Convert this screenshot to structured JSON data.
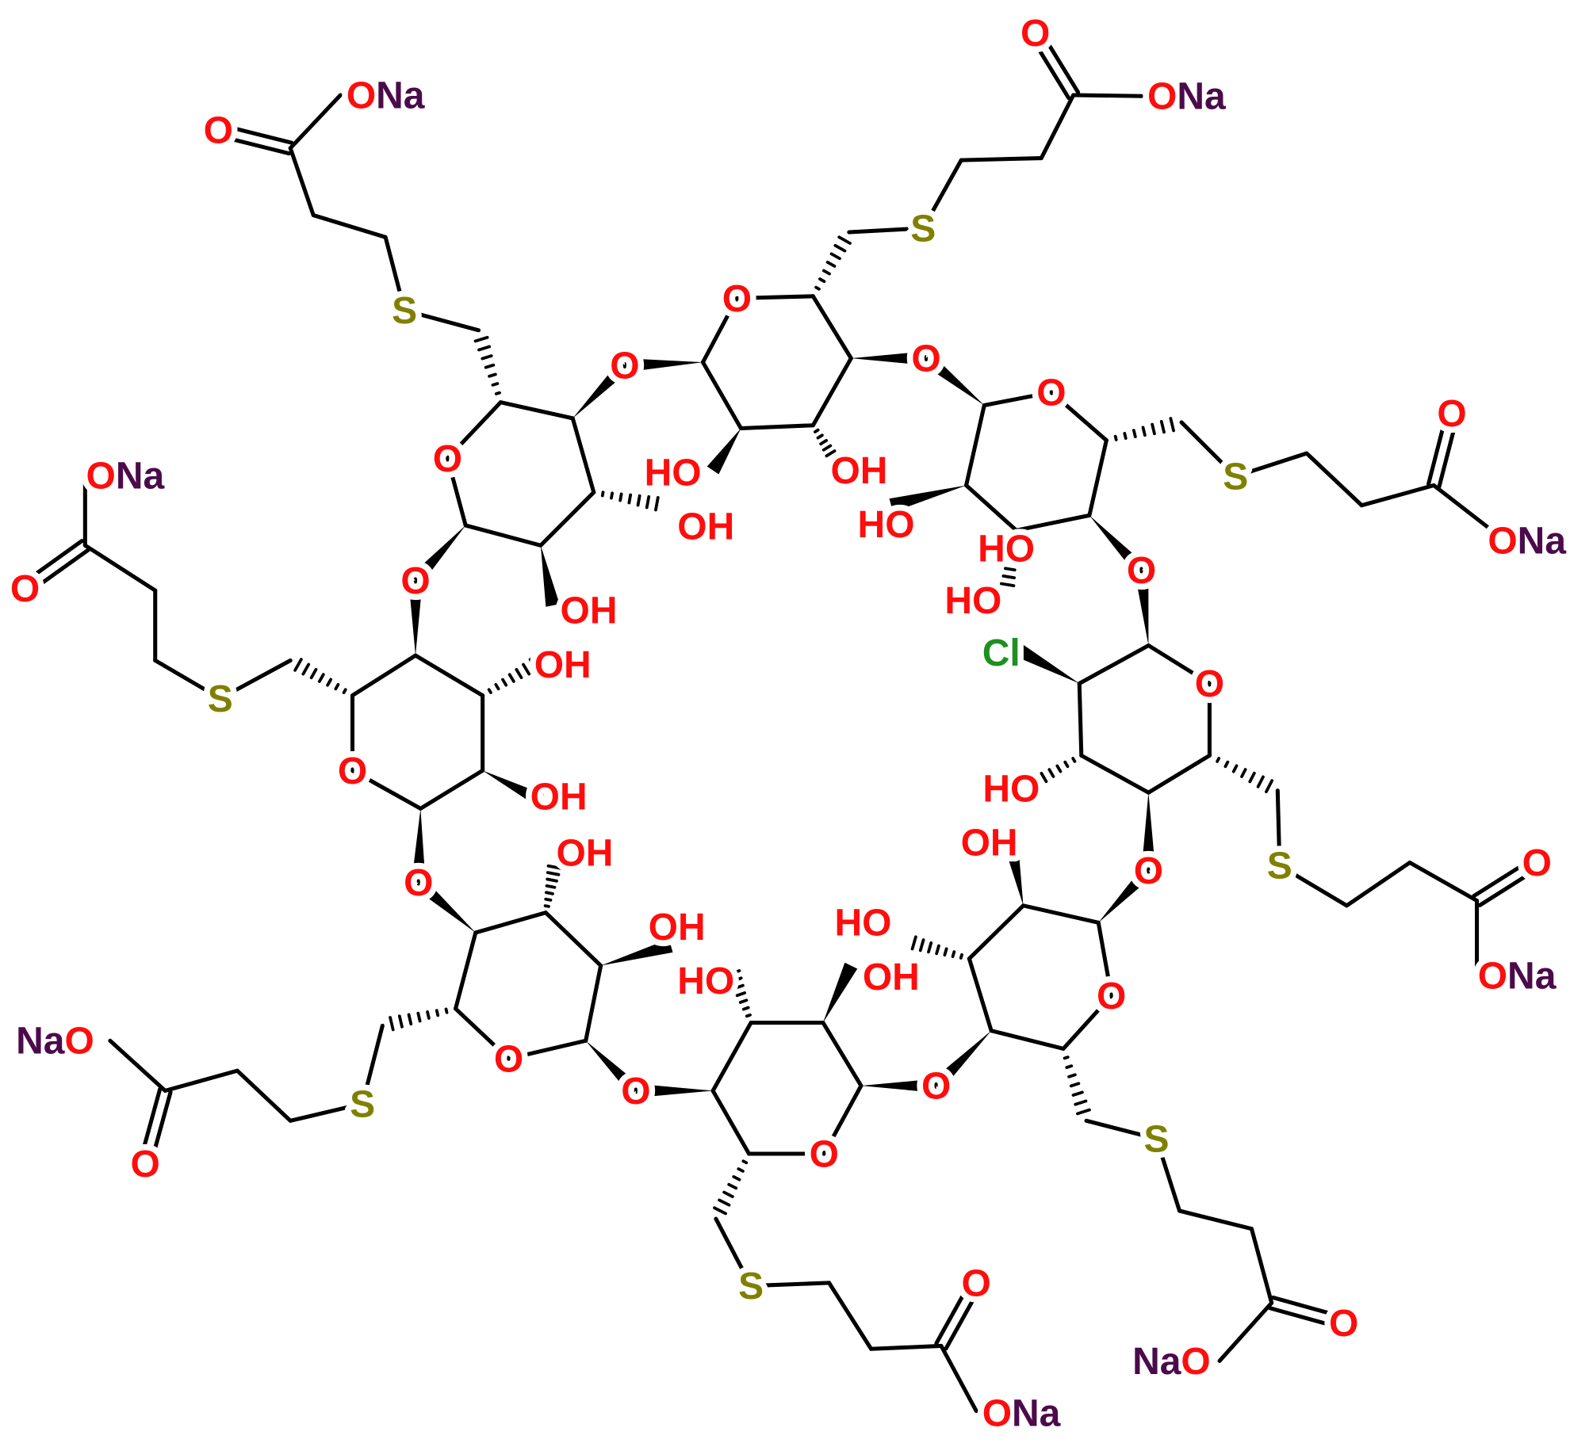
{
  "title": "Cyclodextrin derivative with eight S-(2-carboxyethyl) sodium salt arms and one chloro substituent",
  "colors": {
    "O": "#FF0D0D",
    "S": "#808000",
    "Cl": "#1F8F1F",
    "Na": "#4B0B4B",
    "bond": "#000000"
  },
  "atoms": {
    "ring_oxygens": [
      "O",
      "O",
      "O",
      "O",
      "O",
      "O",
      "O",
      "O"
    ],
    "glycosidic_oxygens": [
      "O",
      "O",
      "O",
      "O",
      "O",
      "O",
      "O",
      "O"
    ],
    "sulfurs": [
      "S",
      "S",
      "S",
      "S",
      "S",
      "S",
      "S",
      "S"
    ],
    "carbonyl_oxygens": [
      "O",
      "O",
      "O",
      "O",
      "O",
      "O",
      "O",
      "O"
    ],
    "carboxylates": [
      "ONa",
      "ONa",
      "ONa",
      "NaO",
      "ONa",
      "NaO",
      "ONa",
      "ONa"
    ],
    "hydroxyls": [
      "HO",
      "OH",
      "OH",
      "HO",
      "HO",
      "OH",
      "OH",
      "OH",
      "OH",
      "OH",
      "OH",
      "HO",
      "OH",
      "HO",
      "HO",
      "HO"
    ],
    "chlorine": "Cl"
  }
}
